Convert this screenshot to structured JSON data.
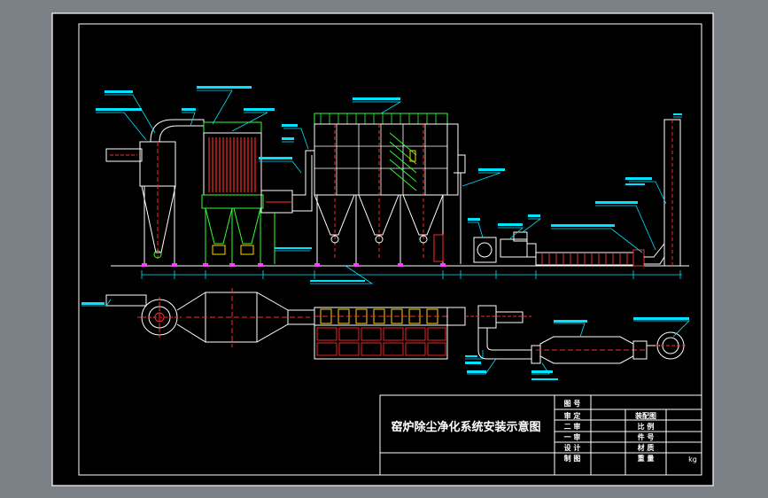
{
  "drawing": {
    "title": "窑炉除尘净化系统安装示意图",
    "unit_label": "kg"
  },
  "title_block": {
    "drawing_no_label": "图 号",
    "left_labels": [
      "审 定",
      "二 审",
      "一 审",
      "设 计",
      "制 图"
    ],
    "mid_labels": [
      "装配图",
      "比 例",
      "件 号",
      "材 质",
      "重 量"
    ]
  },
  "colors": {
    "frame": "#ffffff",
    "background": "#000000",
    "outline_white": "#ffffff",
    "annotation_cyan": "#00e5ff",
    "structure_green": "#33ff33",
    "hatch_red": "#ff2a2a",
    "support_magenta": "#ff3cff",
    "accent_yellow": "#ffd200"
  }
}
